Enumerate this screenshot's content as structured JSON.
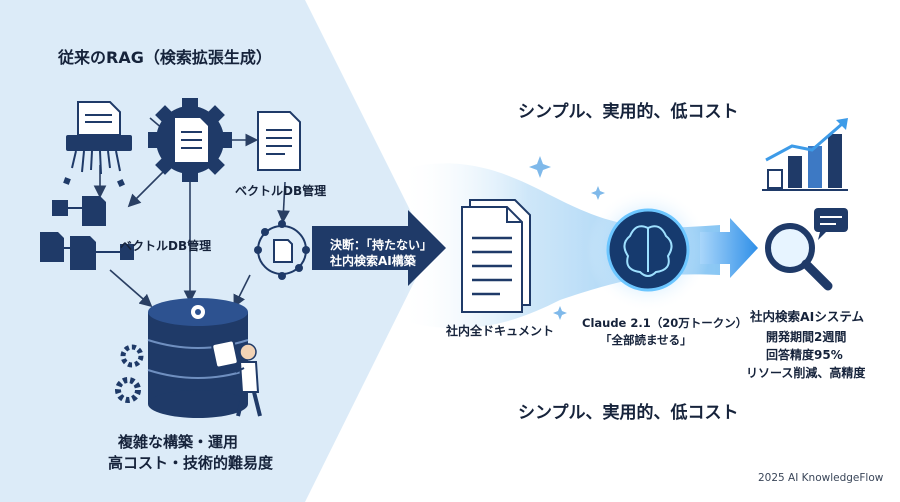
{
  "left_panel": {
    "title": "従来のRAG（検索拡張生成）",
    "vector_db_label_1": "ベクトルDB管理",
    "vector_db_label_2": "ベクトルDB管理",
    "bottom_line_1": "複雑な構築・運用",
    "bottom_line_2": "高コスト・技術的難易度"
  },
  "decision_arrow": {
    "line_1": "決断：「持たない」",
    "line_2": "社内検索AI構築"
  },
  "right_panel": {
    "headline_top": "シンプル、実用的、低コスト",
    "headline_bottom": "シンプル、実用的、低コスト",
    "documents_label": "社内全ドキュメント",
    "claude_line_1": "Claude 2.1（20万トークン）",
    "claude_line_2": "「全部読ませる」",
    "system_title": "社内検索AIシステム",
    "system_line_1": "開発期間2週間",
    "system_line_2": "回答精度95%",
    "system_line_3": "リソース削減、高精度"
  },
  "footer": {
    "credit": "2025 AI KnowledgeFlow"
  },
  "colors": {
    "navy": "#1f3a68",
    "light_panel": "#dcebf8",
    "glow_blue": "#3da2f0",
    "text": "#16233b"
  },
  "icons": [
    "document-icon",
    "shredder-icon",
    "gear-document-icon",
    "network-icon",
    "database-icon",
    "worker-icon",
    "brain-icon",
    "bar-chart-icon",
    "magnifier-icon",
    "chat-bubble-icon"
  ]
}
